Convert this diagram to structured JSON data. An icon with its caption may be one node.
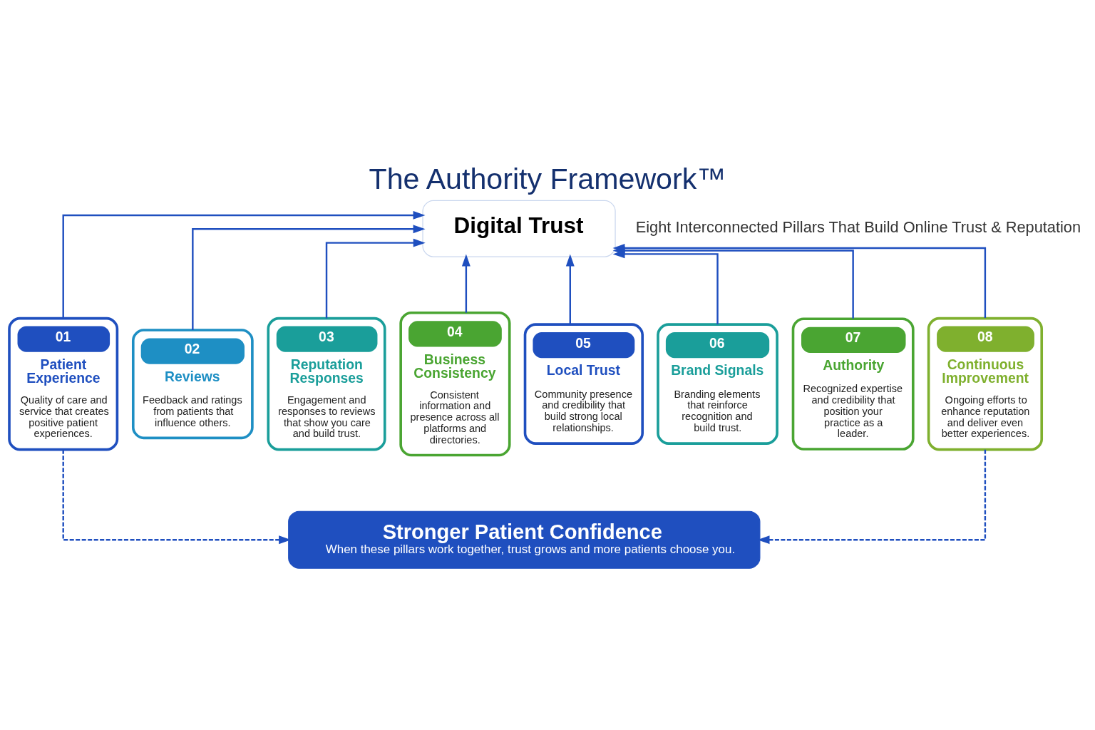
{
  "diagram": {
    "title": "The Authority Framework™",
    "nodes": [
      {
        "text": [
          "Digital Trust"
        ]
      },
      {
        "text": [
          "01",
          "Patient Experience",
          "Quality of care and service that creates positive patient experiences."
        ]
      },
      {
        "text": [
          "02",
          "Reviews",
          "Feedback and ratings from patients that influence others."
        ]
      },
      {
        "text": [
          "03",
          "Reputation Responses",
          "Engagement and responses to reviews that show you care and build trust."
        ]
      },
      {
        "text": [
          "04",
          "Business Consistency",
          "Consistent information and presence across all platforms and directories."
        ]
      },
      {
        "text": [
          "05",
          "Local Trust",
          "Community presence and credibility that build strong local relationships."
        ]
      },
      {
        "text": [
          "06",
          "Brand Signals",
          "Branding elements that reinforce recognition and build trust."
        ]
      },
      {
        "text": [
          "07",
          "Authority",
          "Recognized expertise and credibility that position your practice as a leader."
        ]
      },
      {
        "text": [
          "08",
          "Continuous Improvement",
          "Ongoing efforts to enhance reputation and deliver even better experiences."
        ]
      },
      {
        "text": [
          "Stronger Patient Confidence",
          "When these pillars work together, trust grows and more patients choose you."
        ]
      }
    ],
    "edges": [
      {
        "from": 1,
        "to": 0,
        "arrow": "to"
      },
      {
        "from": 2,
        "to": 0,
        "arrow": "to"
      },
      {
        "from": 3,
        "to": 0,
        "arrow": "to"
      },
      {
        "from": 4,
        "to": 0,
        "arrow": "to"
      },
      {
        "from": 5,
        "to": 0,
        "arrow": "to"
      },
      {
        "from": 6,
        "to": 0,
        "arrow": "to"
      },
      {
        "from": 7,
        "to": 0,
        "arrow": "to"
      },
      {
        "from": 8,
        "to": 0,
        "arrow": "to"
      },
      {
        "from": 1,
        "to": 9,
        "arrow": "to",
        "style": "dashed"
      },
      {
        "from": 8,
        "to": 9,
        "arrow": "to",
        "style": "dashed"
      }
    ],
    "labels": [
      "Eight Interconnected Pillars That Build Online Trust & Reputation"
    ]
  }
}
